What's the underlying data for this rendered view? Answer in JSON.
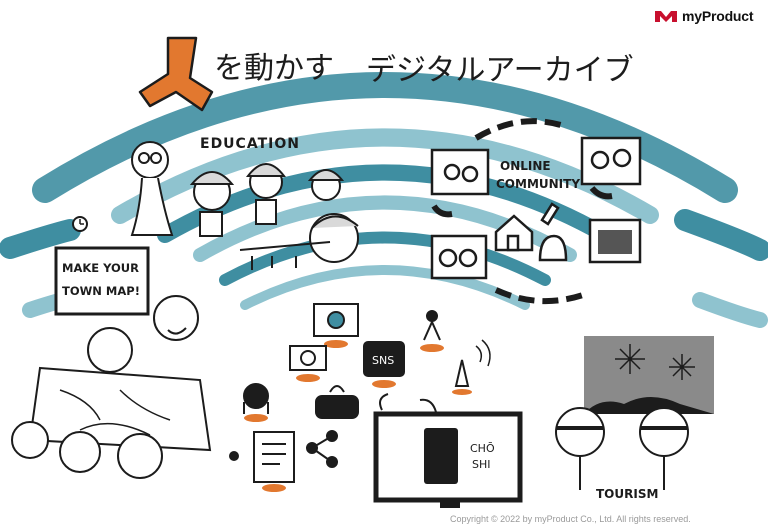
{
  "logo": {
    "brand": "myProduct",
    "brand_color": "#c8102e"
  },
  "title": {
    "kanji_glyph": "人",
    "rest": "を動かす",
    "katakana": "デジタルアーカイブ",
    "accent_color": "#e2782f"
  },
  "labels": {
    "education": "EDUCATION",
    "make_map_line1": "MAKE YOUR",
    "make_map_line2": "TOWN MAP!",
    "online_line1": "ONLINE",
    "online_line2": "COMMUNITY",
    "sns": "SNS",
    "choshi_line1": "CHŌ",
    "choshi_line2": "SHI",
    "tourism": "TOURISM"
  },
  "colors": {
    "arc_dark": "#3f8ea1",
    "arc_light": "#8fc3cf",
    "ink": "#1c1c1c",
    "hat": "#d9d9d9",
    "badge": "#e2782f",
    "night_sky": "#8a8a8a"
  },
  "footer": {
    "copyright": "Copyright © 2022 by myProduct Co., Ltd.  All rights reserved."
  }
}
